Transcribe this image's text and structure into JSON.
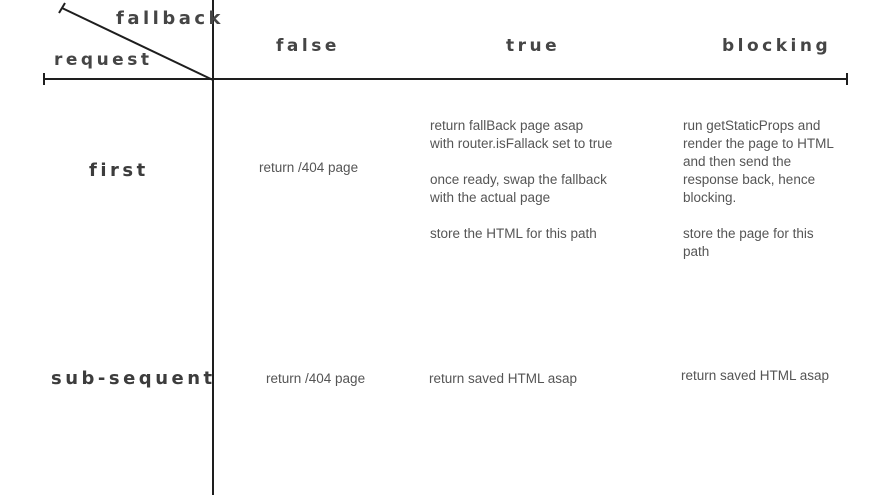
{
  "corner": {
    "column_axis_label": "fallback",
    "row_axis_label": "request"
  },
  "columns": [
    "false",
    "true",
    "blocking"
  ],
  "rows": [
    {
      "label": "first",
      "cells": {
        "false": [
          "return /404 page"
        ],
        "true": [
          "return fallBack page asap\n with router.isFallack set to true",
          "once ready, swap the fallback\nwith the actual page",
          "store the HTML for this path"
        ],
        "blocking": [
          "run getStaticProps and\nrender the page to HTML\nand then send the\nresponse back, hence\nblocking.",
          "store the page for this\npath"
        ]
      }
    },
    {
      "label": "sub-sequent",
      "cells": {
        "false": [
          "return /404 page"
        ],
        "true": [
          "return saved HTML asap"
        ],
        "blocking": [
          "return saved HTML asap"
        ]
      }
    }
  ]
}
